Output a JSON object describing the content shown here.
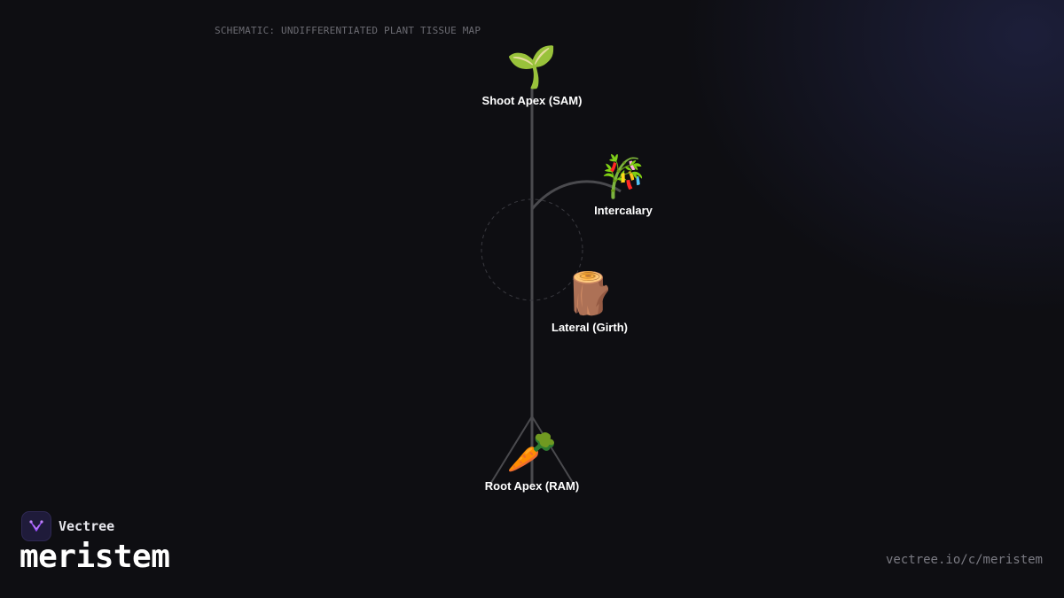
{
  "header": {
    "caption": "SCHEMATIC: UNDIFFERENTIATED PLANT TISSUE MAP"
  },
  "diagram": {
    "nodes": [
      {
        "id": "shoot",
        "icon": "seedling-icon",
        "emoji": "🌱",
        "label": "Shoot Apex (SAM)"
      },
      {
        "id": "intercalary",
        "icon": "bamboo-icon",
        "emoji": "🎋",
        "label": "Intercalary"
      },
      {
        "id": "lateral",
        "icon": "wood-log-icon",
        "emoji": "🪵",
        "label": "Lateral (Girth)"
      },
      {
        "id": "root",
        "icon": "carrot-icon",
        "emoji": "🥕",
        "label": "Root Apex (RAM)"
      }
    ],
    "colors": {
      "stem": "#4a4a4e",
      "dashed_ring": "#3a3a40"
    }
  },
  "brand": {
    "name": "Vectree",
    "logo_icon": "vectree-logo-icon",
    "accent": "#9b4dff"
  },
  "footer": {
    "title": "meristem",
    "url": "vectree.io/c/meristem"
  }
}
